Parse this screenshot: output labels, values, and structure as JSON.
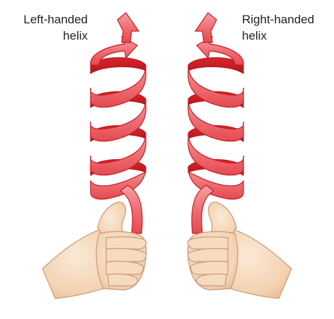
{
  "labels": {
    "left": {
      "line1": "Left-handed",
      "line2": "helix"
    },
    "right": {
      "line1": "Right-handed",
      "line2": "helix"
    }
  },
  "colors": {
    "ribbon_front": "#f07a7e",
    "ribbon_back": "#e2373c",
    "ribbon_edge": "#c41d24",
    "skin": "#f7dcc0",
    "skin_shadow": "#e6b996",
    "skin_edge": "#c99a78"
  },
  "icons": {
    "left_arrow": "arrow-up-left-icon",
    "right_arrow": "arrow-up-right-icon",
    "left_hand": "left-hand-thumbs-up",
    "right_hand": "right-hand-thumbs-up"
  }
}
